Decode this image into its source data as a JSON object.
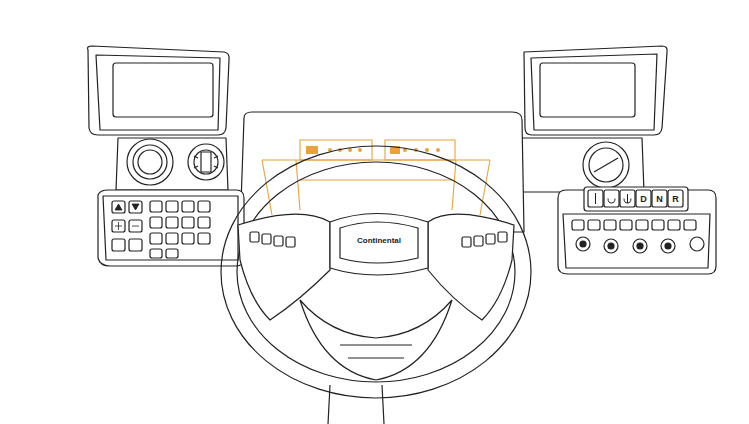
{
  "diagram": {
    "labels": [
      "Continental",
      "D",
      "N",
      "R"
    ]
  }
}
